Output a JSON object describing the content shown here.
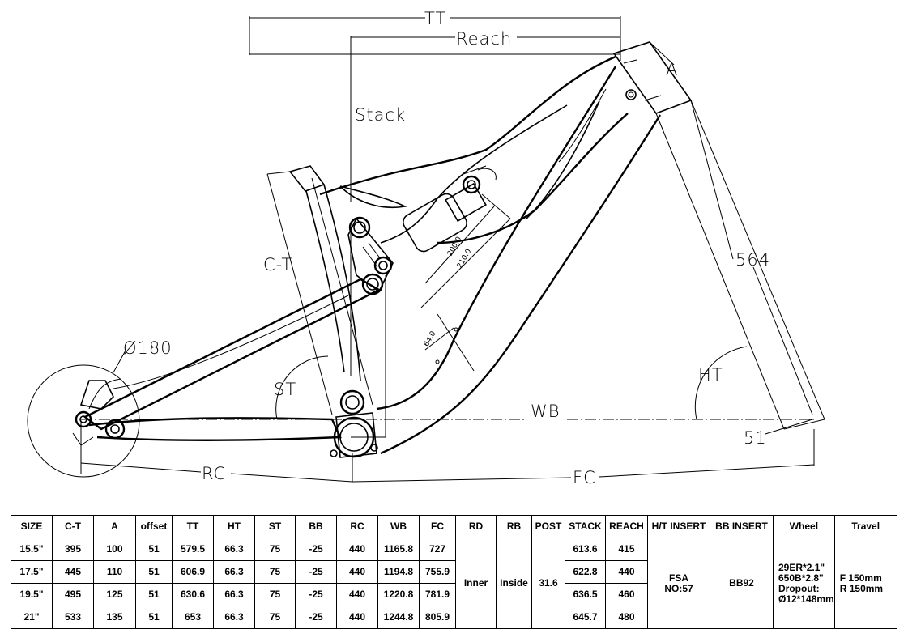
{
  "labels": {
    "tt": "TT",
    "reach": "Reach",
    "a": "A",
    "stack": "Stack",
    "ct": "C-T",
    "dim564": "564",
    "disc": "Ø180",
    "st": "ST",
    "ht": "HT",
    "wb": "WB",
    "dim51": "51",
    "rc": "RC",
    "fc": "FC",
    "shock200": "200.0",
    "shock210": "210.0",
    "bottle64": "64.0"
  },
  "table": {
    "headers": [
      "SIZE",
      "C-T",
      "A",
      "offset",
      "TT",
      "HT",
      "ST",
      "BB",
      "RC",
      "WB",
      "FC",
      "RD",
      "RB",
      "POST",
      "STACK",
      "REACH",
      "H/T INSERT",
      "BB INSERT",
      "Wheel",
      "Travel"
    ],
    "rows": [
      [
        "15.5\"",
        "395",
        "100",
        "51",
        "579.5",
        "66.3",
        "75",
        "-25",
        "440",
        "1165.8",
        "727",
        "613.6",
        "415"
      ],
      [
        "17.5\"",
        "445",
        "110",
        "51",
        "606.9",
        "66.3",
        "75",
        "-25",
        "440",
        "1194.8",
        "755.9",
        "622.8",
        "440"
      ],
      [
        "19.5\"",
        "495",
        "125",
        "51",
        "630.6",
        "66.3",
        "75",
        "-25",
        "440",
        "1220.8",
        "781.9",
        "636.5",
        "460"
      ],
      [
        "21\"",
        "533",
        "135",
        "51",
        "653",
        "66.3",
        "75",
        "-25",
        "440",
        "1244.8",
        "805.9",
        "645.7",
        "480"
      ]
    ],
    "rd": "Inner",
    "rb": "Inside",
    "post": "31.6",
    "ht_insert": [
      "FSA",
      "NO:57"
    ],
    "bb_insert": "BB92",
    "wheel": [
      "29ER*2.1\"",
      "650B*2.8\"",
      "Dropout:",
      "Ø12*148mm"
    ],
    "travel": [
      "F 150mm",
      "R 150mm"
    ]
  }
}
